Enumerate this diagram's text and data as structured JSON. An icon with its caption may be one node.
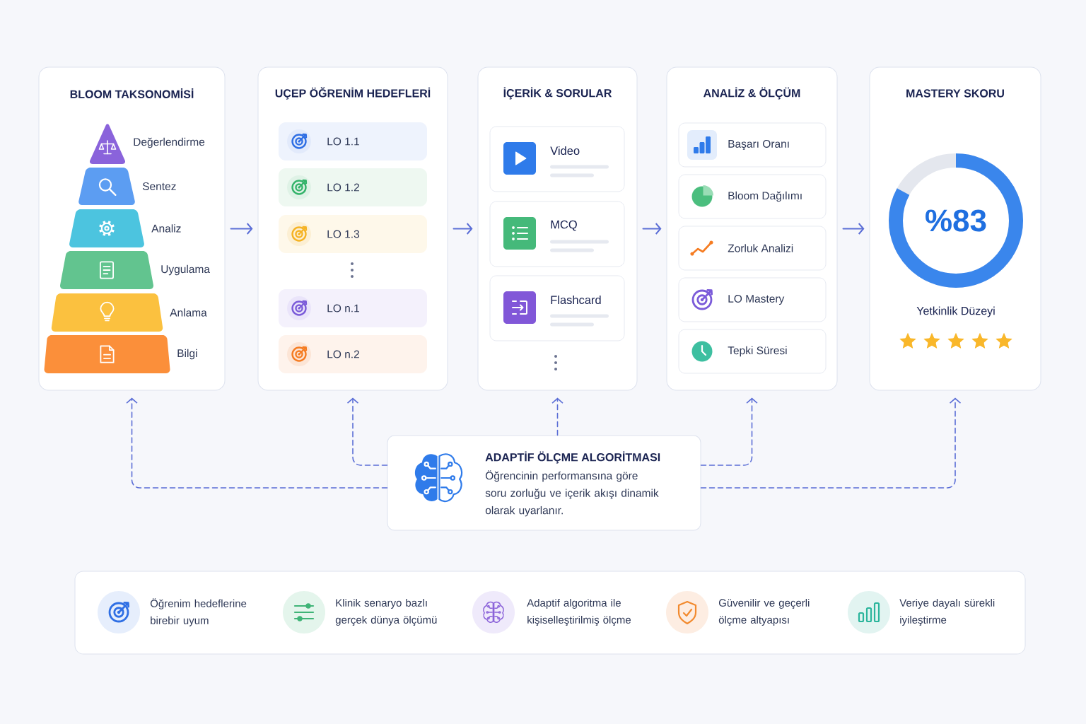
{
  "diagram": {
    "nodes": [
      {
        "text": [
          "BLOOM TAKSONOMİSİ"
        ]
      },
      {
        "text": [],
        "shape": "triangle",
        "beside": [
          "Değerlendirme"
        ],
        "in": 0
      },
      {
        "text": [],
        "shape": "trapezoid",
        "beside": [
          "Sentez"
        ],
        "in": 0
      },
      {
        "text": [],
        "shape": "trapezoid",
        "beside": [
          "Analiz"
        ],
        "in": 0
      },
      {
        "text": [],
        "shape": "trapezoid",
        "beside": [
          "Uygulama"
        ],
        "in": 0
      },
      {
        "text": [],
        "shape": "trapezoid",
        "beside": [
          "Anlama"
        ],
        "in": 0
      },
      {
        "text": [],
        "shape": "trapezoid",
        "beside": [
          "Bilgi"
        ],
        "in": 0
      },
      {
        "text": [
          "UÇEP ÖĞRENİM HEDEFLERİ"
        ]
      },
      {
        "text": [
          "LO 1.1"
        ],
        "in": 7
      },
      {
        "text": [
          "LO 1.2"
        ],
        "in": 7
      },
      {
        "text": [
          "LO 1.3"
        ],
        "in": 7
      },
      {
        "text": [
          "LO n.1"
        ],
        "in": 7
      },
      {
        "text": [
          "LO n.2"
        ],
        "in": 7
      },
      {
        "text": [
          "İÇERİK & SORULAR"
        ]
      },
      {
        "text": [
          "Video"
        ],
        "in": 13
      },
      {
        "text": [
          "MCQ"
        ],
        "in": 13
      },
      {
        "text": [
          "Flashcard"
        ],
        "in": 13
      },
      {
        "text": [
          "ANALİZ & ÖLÇÜM"
        ]
      },
      {
        "text": [
          "Başarı Oranı"
        ],
        "in": 17
      },
      {
        "text": [
          "Bloom Dağılımı"
        ],
        "in": 17
      },
      {
        "text": [
          "Zorluk Analizi"
        ],
        "in": 17
      },
      {
        "text": [
          "LO Mastery"
        ],
        "in": 17
      },
      {
        "text": [
          "Tepki Süresi"
        ],
        "in": 17
      },
      {
        "text": [
          "MASTERY SKORU",
          "Yetkinlik Düzeyi"
        ]
      },
      {
        "text": [
          "%83"
        ],
        "in": 23
      },
      {
        "text": [
          "ADAPTİF ÖLÇME ALGORİTMASI",
          "Öğrencinin performansına göre soru zorluğu ve içerik akışı dinamik olarak uyarlanır."
        ]
      },
      {
        "text": [
          "Öğrenim hedeflerine birebir uyum",
          "Klinik senaryo bazlı gerçek dünya ölçümü",
          "Adaptif algoritma ile kişiselleştirilmiş ölçme",
          "Güvenilir ve geçerli ölçme altyapısı",
          "Veriye dayalı sürekli iyileştirme"
        ]
      }
    ],
    "edges": [
      {
        "from": 0,
        "to": 7,
        "arrow": "to"
      },
      {
        "from": 7,
        "to": 13,
        "arrow": "to"
      },
      {
        "from": 13,
        "to": 17,
        "arrow": "to"
      },
      {
        "from": 17,
        "to": 23,
        "arrow": "to"
      },
      {
        "from": 25,
        "to": 0,
        "arrow": "to",
        "style": "dashed"
      },
      {
        "from": 25,
        "to": 7,
        "arrow": "to",
        "style": "dashed"
      },
      {
        "from": 25,
        "to": 13,
        "arrow": "to",
        "style": "dashed"
      },
      {
        "from": 25,
        "to": 17,
        "arrow": "to",
        "style": "dashed"
      },
      {
        "from": 25,
        "to": 23,
        "arrow": "to",
        "style": "dashed"
      }
    ]
  }
}
